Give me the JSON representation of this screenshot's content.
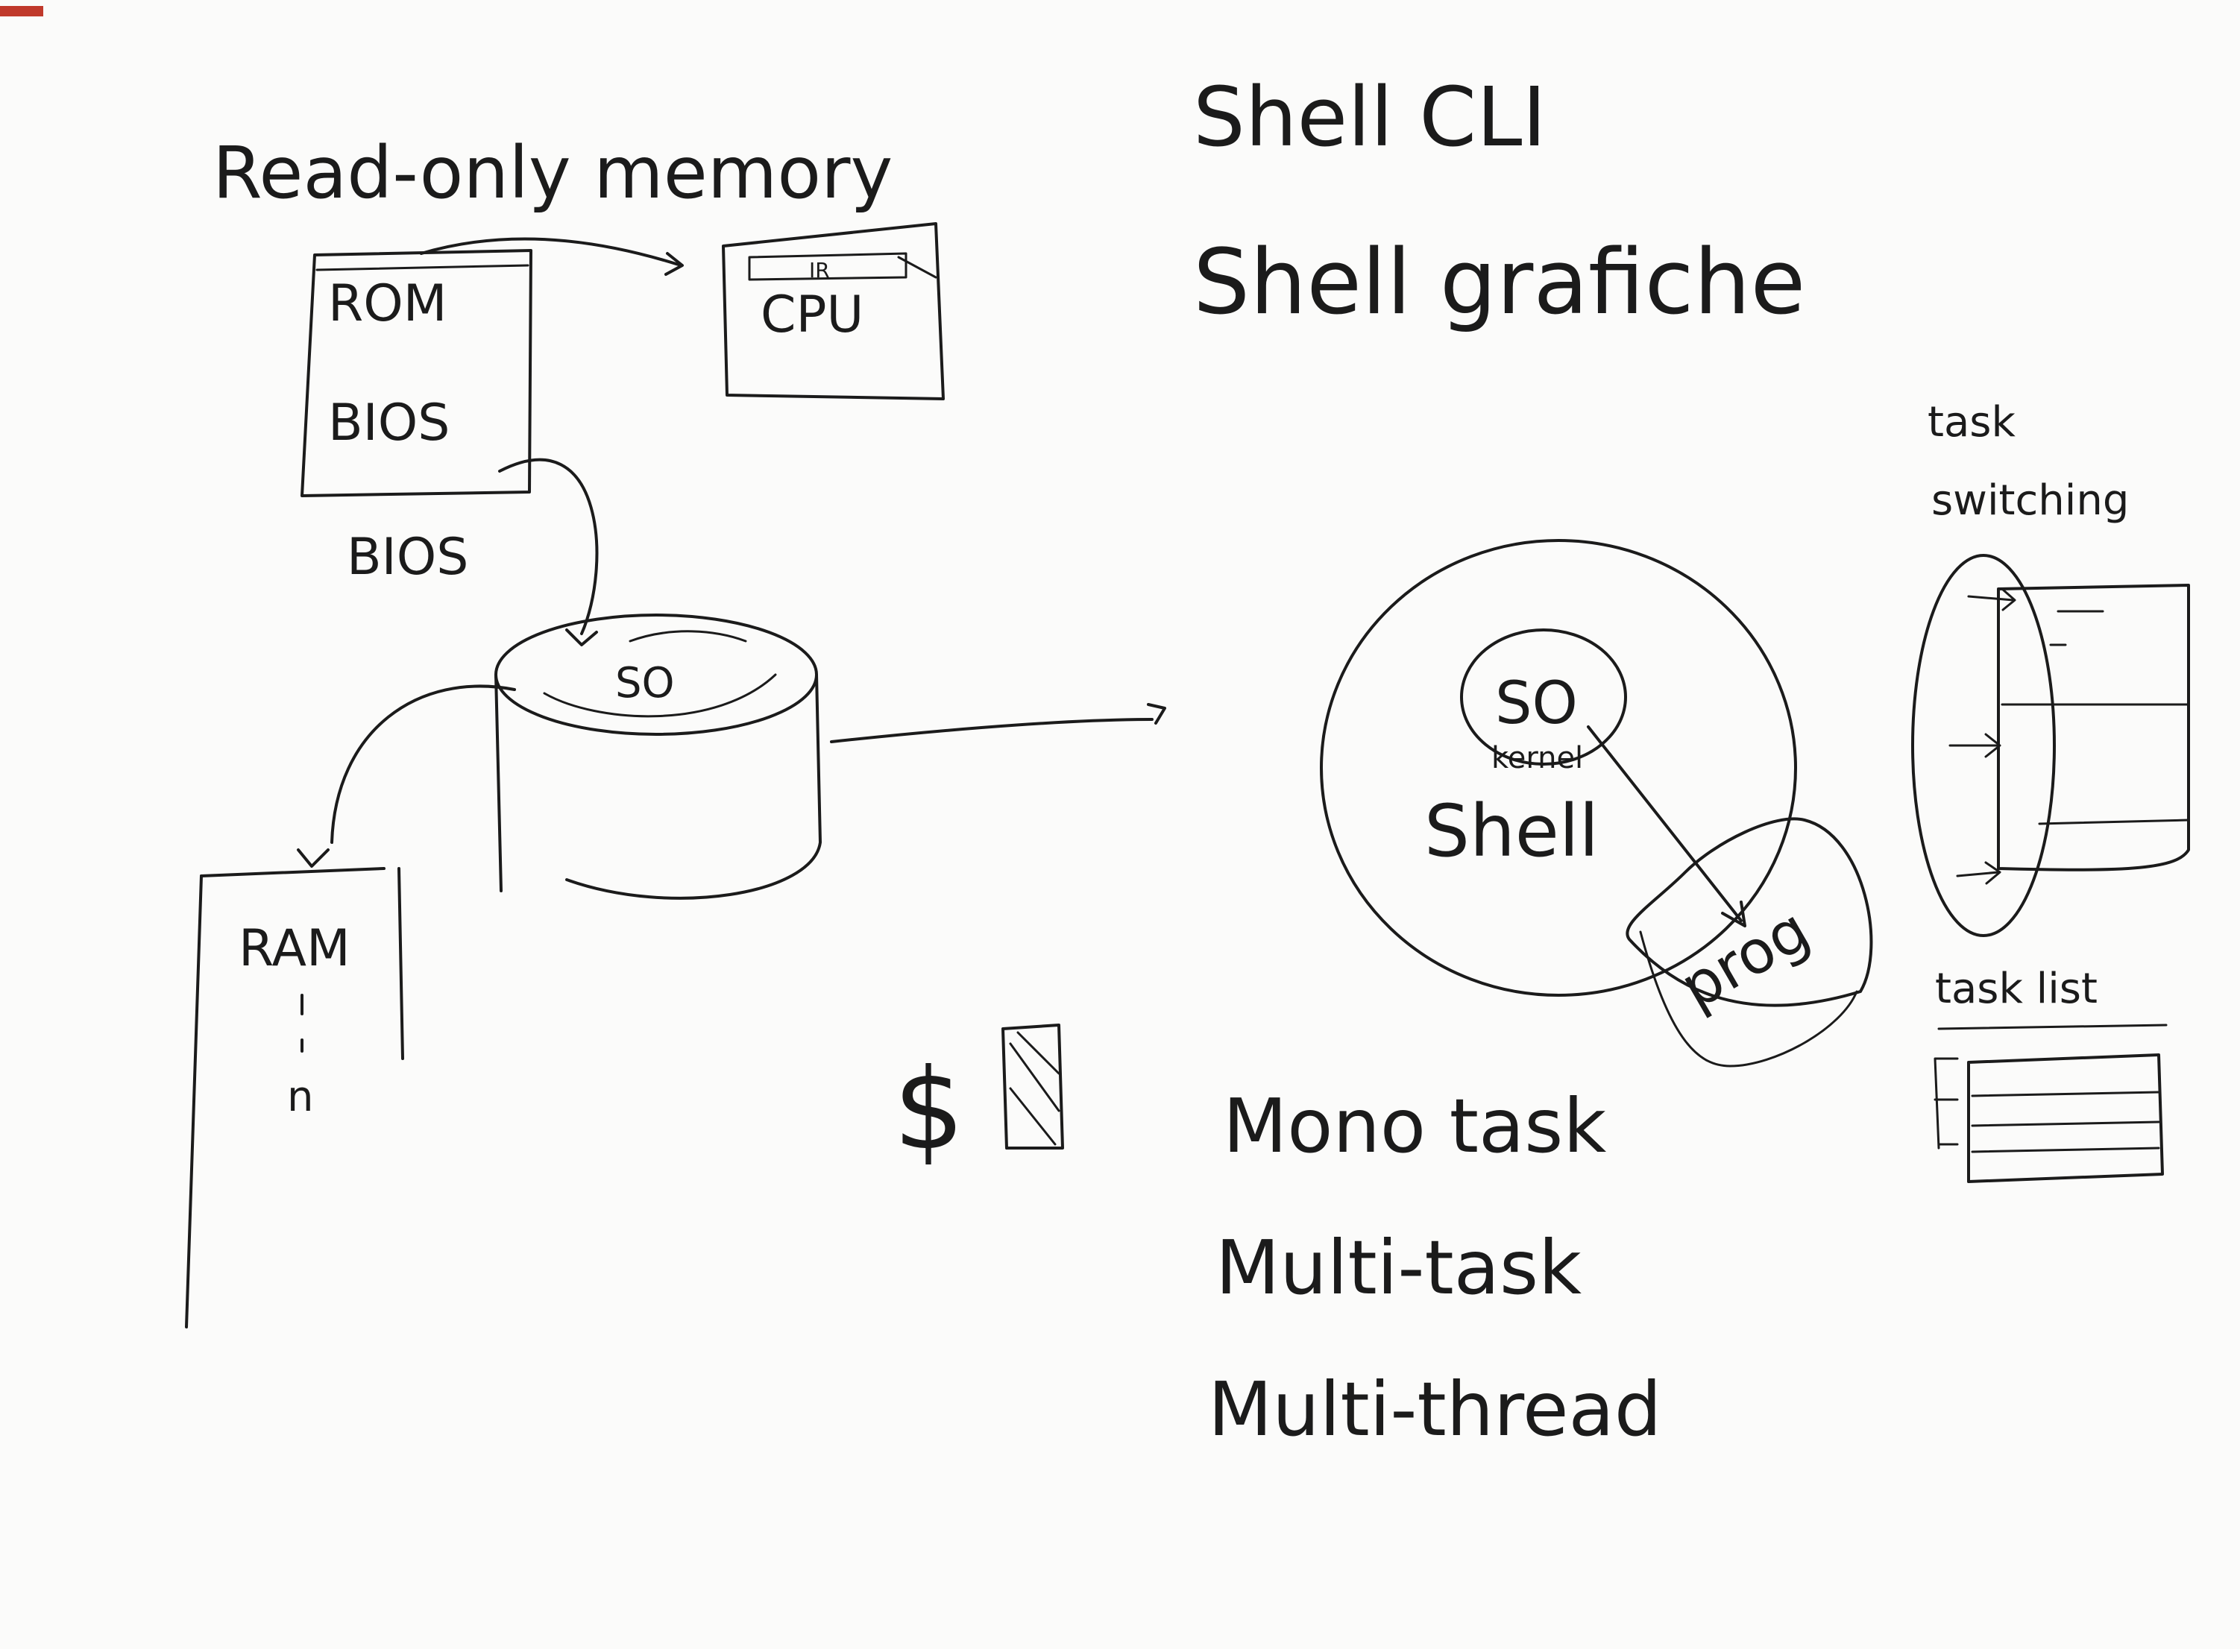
{
  "diagram": {
    "labels": {
      "read_only_memory": "Read-only memory",
      "rom": "ROM",
      "bios_inside": "BIOS",
      "bios_below": "BIOS",
      "cpu": "CPU",
      "ir": "IR",
      "so_disk": "SO",
      "ram": "RAM",
      "ram_n": "n",
      "dollar": "$",
      "shell_cli": "Shell CLI",
      "shell_grafiche": "Shell grafiche",
      "so_kernel": "SO",
      "kernel": "kernel",
      "shell_ring": "Shell",
      "prog": "prog",
      "task_switching_1": "task",
      "task_switching_2": "switching",
      "task_list": "task list",
      "mono_task": "Mono task",
      "multi_task": "Multi-task",
      "multi_thread": "Multi-thread"
    },
    "colors": {
      "ink": "#1b1b1b",
      "board": "#fbfbfa",
      "sticker": "#c0392b"
    }
  }
}
